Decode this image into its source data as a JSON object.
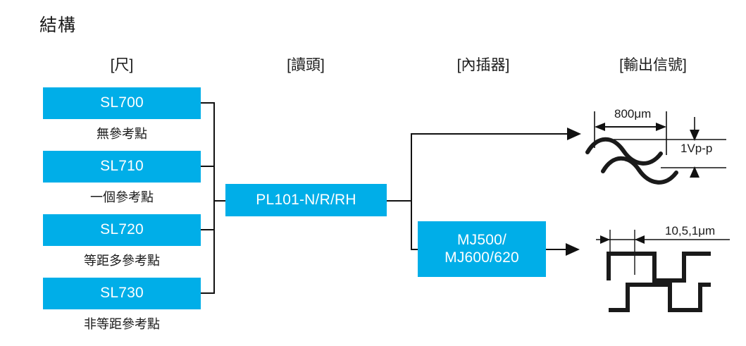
{
  "title": "結構",
  "columns": [
    {
      "id": "scale",
      "label": "[尺]"
    },
    {
      "id": "readhead",
      "label": "[讀頭]"
    },
    {
      "id": "interpolator",
      "label": "[內插器]"
    },
    {
      "id": "output",
      "label": "[輸出信號]"
    }
  ],
  "scales": [
    {
      "model": "SL700",
      "caption": "無參考點"
    },
    {
      "model": "SL710",
      "caption": "一個參考點"
    },
    {
      "model": "SL720",
      "caption": "等距多參考點"
    },
    {
      "model": "SL730",
      "caption": "非等距參考點"
    }
  ],
  "readhead": {
    "model": "PL101-N/R/RH"
  },
  "interpolator": {
    "model": "MJ500/\nMJ600/620"
  },
  "output_signals": [
    {
      "id": "sine",
      "type": "sinusoidal",
      "pitch_label": "800μm",
      "amplitude_label": "1Vp-p"
    },
    {
      "id": "square",
      "type": "square",
      "resolution_label": "10,5,1μm"
    }
  ],
  "colors": {
    "accent": "#00AEE8",
    "line": "#111111",
    "text": "#1a1a1a",
    "background": "#ffffff"
  }
}
